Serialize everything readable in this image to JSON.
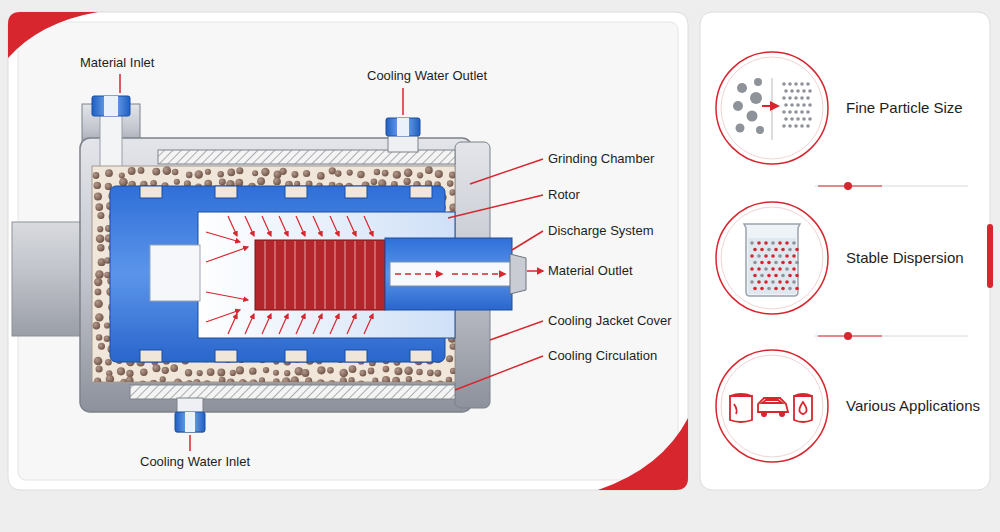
{
  "diagram": {
    "nodes": [
      {
        "text": [
          "Fine Particle Size"
        ]
      },
      {
        "text": [
          "Stable Dispersion"
        ]
      },
      {
        "text": [
          "Various Applications"
        ]
      }
    ],
    "labels": [
      "Material Inlet",
      "Cooling Water Outlet",
      "Grinding Chamber",
      "Rotor",
      "Discharge System",
      "Material Outlet",
      "Cooling Jacket Cover",
      "Cooling Circulation",
      "Cooling Water Inlet"
    ]
  }
}
